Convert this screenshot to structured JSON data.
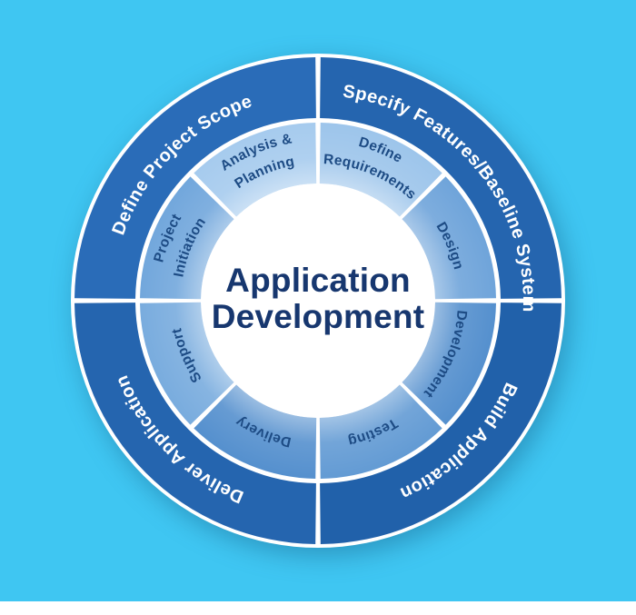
{
  "background_color": "#3FC6F2",
  "center": {
    "line1": "Application",
    "line2": "Development",
    "text_color": "#17376F"
  },
  "outer_ring": {
    "text_color": "#FFFFFF",
    "segments": [
      {
        "id": "define-project-scope",
        "label": "Define Project Scope",
        "start": 270,
        "end": 360,
        "text_mid": 315,
        "fill": "#2A6CB8"
      },
      {
        "id": "specify-features-baseline-system",
        "label": "Specify Features/Baseline System",
        "start": 0,
        "end": 90,
        "text_mid": 50,
        "fill": "#2565AF"
      },
      {
        "id": "build-application",
        "label": "Build Application",
        "start": 90,
        "end": 180,
        "text_mid": 135,
        "fill": "#2161AA"
      },
      {
        "id": "deliver-application",
        "label": "Deliver Application",
        "start": 180,
        "end": 270,
        "text_mid": 225,
        "fill": "#2565AF"
      }
    ]
  },
  "inner_ring": {
    "text_color": "#1D4B84",
    "segments": [
      {
        "id": "project-initiation",
        "lines": [
          "Project",
          "Initiation"
        ],
        "start": 270,
        "end": 315,
        "fill": "#72A7DC"
      },
      {
        "id": "analysis-planning",
        "lines": [
          "Analysis &",
          "Planning"
        ],
        "start": 315,
        "end": 360,
        "fill": "#A6CBEE"
      },
      {
        "id": "define-requirements",
        "lines": [
          "Define",
          "Requirements"
        ],
        "start": 0,
        "end": 45,
        "fill": "#9DC5EB"
      },
      {
        "id": "design",
        "lines": [
          "Design"
        ],
        "start": 45,
        "end": 90,
        "fill": "#6FA4DA"
      },
      {
        "id": "development",
        "lines": [
          "Development"
        ],
        "start": 90,
        "end": 135,
        "fill": "#5590CE"
      },
      {
        "id": "testing",
        "lines": [
          "Testing"
        ],
        "start": 135,
        "end": 180,
        "fill": "#639BD4"
      },
      {
        "id": "delivery",
        "lines": [
          "Delivery"
        ],
        "start": 180,
        "end": 225,
        "fill": "#5590CE"
      },
      {
        "id": "support",
        "lines": [
          "Support"
        ],
        "start": 225,
        "end": 270,
        "fill": "#79ACDE"
      }
    ]
  }
}
